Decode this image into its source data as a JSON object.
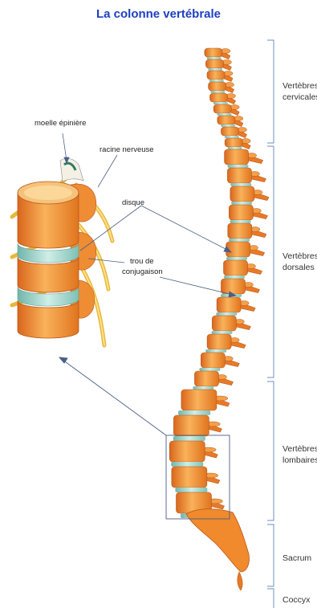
{
  "title": "La colonne vertébrale",
  "callouts": {
    "moelle": "moelle épinière",
    "racine": "racine nerveuse",
    "disque": "disque",
    "trou_line1": "trou de",
    "trou_line2": "conjugaison"
  },
  "regions": [
    {
      "line1": "Vertèbres",
      "line2": "cervicales"
    },
    {
      "line1": "Vertèbres",
      "line2": "dorsales"
    },
    {
      "line1": "Vertèbres",
      "line2": "lombaires"
    },
    {
      "line1": "Sacrum",
      "line2": ""
    },
    {
      "line1": "Coccyx",
      "line2": ""
    }
  ],
  "colors": {
    "title": "#1d3fc4",
    "bone": "#f08a2c",
    "bone_light": "#f9b25a",
    "disc": "#a8d8cf",
    "nerve": "#f3cf5a",
    "bracket": "#6c8fbf"
  }
}
